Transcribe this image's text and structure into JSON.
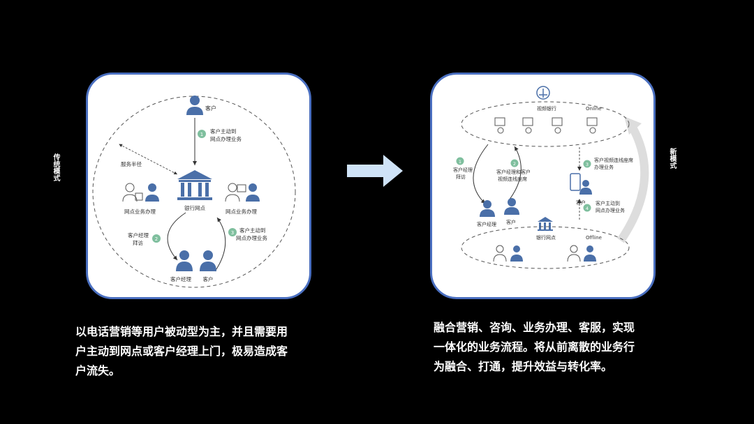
{
  "left_label": "传统模式",
  "right_label": "新模式",
  "left_diagram": {
    "customer_top": "客户",
    "step1_line1": "客户主动到",
    "step1_line2": "网点办理业务",
    "service_radius": "服务半径",
    "branch": "银行网点",
    "branch_service_left": "网点业务办理",
    "branch_service_right": "网点业务办理",
    "step2_line1": "客户经理",
    "step2_line2": "拜访",
    "step3_line1": "客户主动到",
    "step3_line2": "网点办理业务",
    "manager": "客户经理",
    "customer_bottom": "客户",
    "num1": "1",
    "num2": "2",
    "num3": "3"
  },
  "right_diagram": {
    "video_bank": "视频银行",
    "online": "Online",
    "offline": "Offline",
    "step1_line1": "客户经理",
    "step1_line2": "拜访",
    "step2_line1": "客户经理和客户",
    "step2_line2": "视频连线座席",
    "step3_line1": "客户视频连线座席",
    "step3_line2": "办理业务",
    "step4_line1": "客户主动到",
    "step4_line2": "网点办理业务",
    "customer_phone": "客户",
    "manager": "客户经理",
    "customer": "客户",
    "branch": "银行网点",
    "num1": "1",
    "num2": "2",
    "num3": "3",
    "num4": "4"
  },
  "captions": {
    "left": [
      "以电话营销等用户被动型为主，并且需要用",
      "户主动到网点或客户经理上门，极易造成客",
      "户流失。"
    ],
    "right": [
      "融合营销、咨询、业务办理、客服，实现",
      "一体化的业务流程。将从前离散的业务行",
      "为融合、打通，提升效益与转化率。"
    ]
  },
  "colors": {
    "accent": "#4a6fc0",
    "step_circle": "#7fbf9e",
    "person": "#4a6fa8",
    "arrow": "#cfe3f7"
  }
}
